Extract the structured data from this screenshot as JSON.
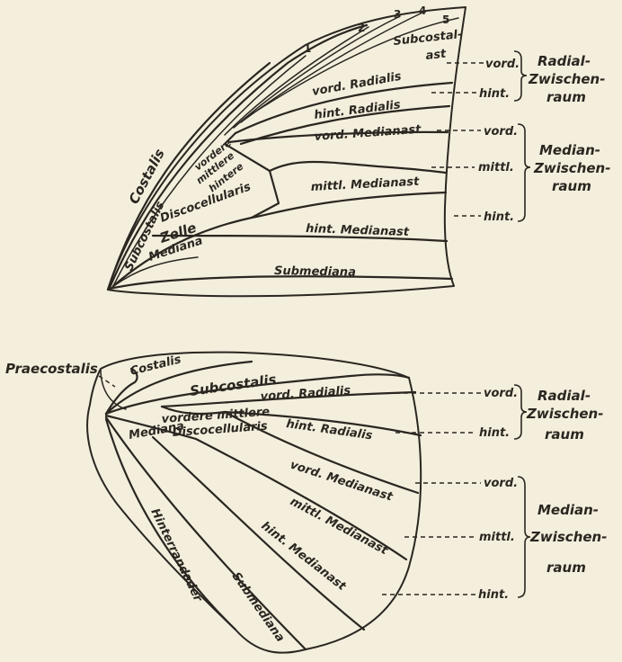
{
  "fore": {
    "numbers": [
      "1",
      "2",
      "3",
      "4",
      "5"
    ],
    "subcostalast": [
      "Subcostal-",
      "ast"
    ],
    "costalis": "Costalis",
    "subcostalis": "Subcostalis",
    "zelle": "Zelle",
    "mediana": "Mediana",
    "vordere": "vordere",
    "mittlere": "mittlere",
    "hintere": "hintere",
    "discocellularis": "Discocellularis",
    "vord_radialis": "vord. Radialis",
    "hint_radialis": "hint. Radialis",
    "vord_medianast": "vord. Medianast",
    "mittl_medianast": "mittl. Medianast",
    "hint_medianast": "hint. Medianast",
    "submediana": "Submediana",
    "right_vord_radial": "vord.",
    "right_hint_radial": "hint.",
    "radial_zwischenraum": [
      "Radial-",
      "Zwischen-",
      "raum"
    ],
    "right_vord_median": "vord.",
    "right_mittl_median": "mittl.",
    "right_hint_median": "hint.",
    "median_zwischenraum": [
      "Median-",
      "Zwischen-",
      "raum"
    ]
  },
  "hind": {
    "praecostalis": "Praecostalis",
    "costalis": "Costalis",
    "subcostalis": "Subcostalis",
    "vord_radialis": "vord. Radialis",
    "hint_radialis": "hint. Radialis",
    "vordere_mittlere": "vordere mittlere",
    "discocellularis": "Discocellularis",
    "mediana": "Mediana",
    "vord_medianast": "vord. Medianast",
    "mittl_medianast": "mittl. Medianast",
    "hint_medianast": "hint. Medianast",
    "hinterrandader": "Hinterrandader",
    "submediana": "Submediana",
    "right_vord_radial": "vord.",
    "right_hint_radial": "hint.",
    "radial_zwischenraum": [
      "Radial-",
      "Zwischen-",
      "raum"
    ],
    "right_vord_median": "vord.",
    "right_mittl_median": "mittl.",
    "right_hint_median": "hint.",
    "median_zwischenraum": [
      "Median-",
      "Zwischen-",
      "raum"
    ]
  }
}
